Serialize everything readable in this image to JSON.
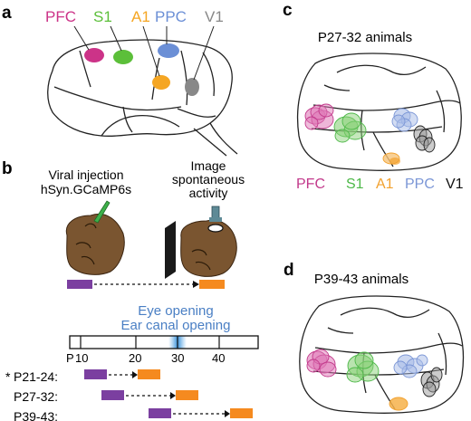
{
  "panels": {
    "a": {
      "letter": "a",
      "regions": [
        {
          "name": "PFC",
          "color": "#cc3388"
        },
        {
          "name": "S1",
          "color": "#5cbf3a"
        },
        {
          "name": "A1",
          "color": "#f5a623"
        },
        {
          "name": "PPC",
          "color": "#6b8fd6"
        },
        {
          "name": "V1",
          "color": "#888888"
        }
      ]
    },
    "b": {
      "letter": "b",
      "injection_line1": "Viral injection",
      "injection_line2": "hSyn.GCaMP6s",
      "image_line1": "Image",
      "image_line2": "spontaneous",
      "image_line3": "activity",
      "eye_opening": "Eye opening",
      "ear_opening": "Ear canal opening",
      "timeline_prefix": "P",
      "ticks": [
        "10",
        "20",
        "30",
        "40"
      ],
      "asterisk": "*",
      "groups": [
        {
          "label": "P21-24:"
        },
        {
          "label": "P27-32:"
        },
        {
          "label": "P39-43:"
        }
      ],
      "bar_colors": {
        "injection": "#7b3fa0",
        "imaging": "#f58a1f",
        "opening": "#6ab0e8"
      }
    },
    "c": {
      "letter": "c",
      "title": "P27-32 animals"
    },
    "d": {
      "letter": "d",
      "title": "P39-43 animals"
    },
    "legend": [
      {
        "name": "PFC",
        "color": "#c2398b"
      },
      {
        "name": "S1",
        "color": "#4db848"
      },
      {
        "name": "A1",
        "color": "#f2a12e"
      },
      {
        "name": "PPC",
        "color": "#7b96d6"
      },
      {
        "name": "V1",
        "color": "#111111"
      }
    ]
  }
}
